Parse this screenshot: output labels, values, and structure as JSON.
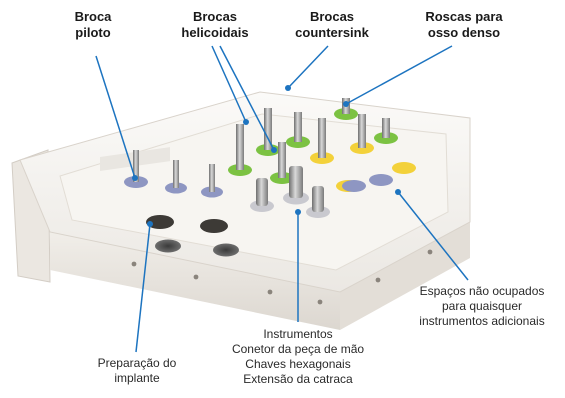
{
  "labels": {
    "broca_piloto": [
      "Broca",
      "piloto"
    ],
    "brocas_helicoidais": [
      "Brocas",
      "helicoidais"
    ],
    "brocas_countersink": [
      "Brocas",
      "countersink"
    ],
    "roscas_osso_denso": [
      "Roscas para",
      "osso denso"
    ],
    "espacos_nao_ocupados": [
      "Espaços não ocupados",
      "para quaisquer",
      "instrumentos adicionais"
    ],
    "instrumentos": [
      "Instrumentos",
      "Conetor da peça de mão",
      "Chaves hexagonais",
      "Extensão da catraca"
    ],
    "preparacao_implante": [
      "Preparação do",
      "implante"
    ]
  },
  "colors": {
    "leader_line": "#1d74c0",
    "tray": "#f2f0ed",
    "tray_shadow": "#cfcac4",
    "green_holder": "#7cc242",
    "yellow_holder": "#f3d13a",
    "blue_grey_holder": "#8e96c2",
    "metal": "#9a9a9a"
  },
  "icons": {
    "illustration": "implant-surgical-kit-tray"
  }
}
